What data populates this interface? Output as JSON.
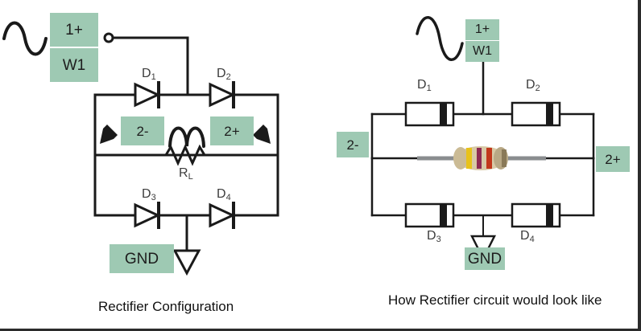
{
  "page": {
    "background_color": "#ffffff",
    "border_color": "#2b2b2b",
    "highlight_color": "#9ec9b3",
    "wire_color": "#1a1a1a",
    "label_color": "#3c3c3c"
  },
  "left_diagram": {
    "caption": "Rectifier Configuration",
    "source": {
      "waveform_icon": "sine-wave-icon",
      "terminal_label": "1+",
      "name_label": "W1",
      "node_icon": "open-circle-terminal-icon"
    },
    "diodes": [
      {
        "label": "D",
        "sub": "1"
      },
      {
        "label": "D",
        "sub": "2"
      },
      {
        "label": "D",
        "sub": "3"
      },
      {
        "label": "D",
        "sub": "4"
      }
    ],
    "load": {
      "label": "R",
      "sub": "L",
      "symbol": "resistor-zigzag-icon"
    },
    "current_arc_icon": "current-flow-arc-icon",
    "terminals": {
      "negative": "2-",
      "positive": "2+"
    },
    "arrows": {
      "left_icon": "arrow-down-left-icon",
      "right_icon": "arrow-down-right-icon"
    },
    "ground": {
      "label": "GND",
      "symbol": "ground-triangle-icon"
    }
  },
  "right_diagram": {
    "caption": "How Rectifier circuit would look like",
    "source": {
      "waveform_icon": "sine-wave-icon",
      "terminal_label": "1+",
      "name_label": "W1"
    },
    "diodes": [
      {
        "label": "D",
        "sub": "1"
      },
      {
        "label": "D",
        "sub": "2"
      },
      {
        "label": "D",
        "sub": "3"
      },
      {
        "label": "D",
        "sub": "4"
      }
    ],
    "load": {
      "component": "axial-resistor-photo",
      "body_color": "#d8c9a6",
      "band_colors": [
        "#e8c21a",
        "#8f2a52",
        "#c2371b",
        "#7a6a4a"
      ]
    },
    "terminals": {
      "negative": "2-",
      "positive": "2+"
    },
    "ground": {
      "label": "GND",
      "symbol": "ground-triangle-icon"
    }
  }
}
